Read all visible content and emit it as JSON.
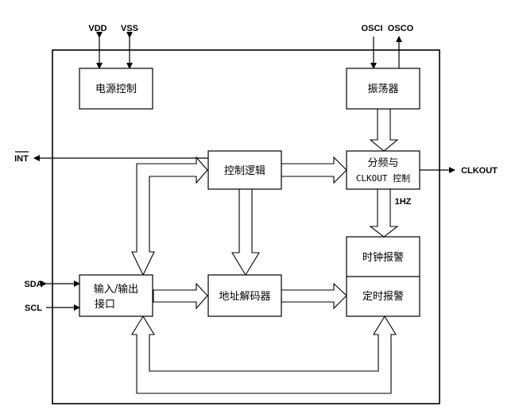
{
  "pins": {
    "vdd": "VDD",
    "vss": "VSS",
    "osci": "OSCI",
    "osco": "OSCO",
    "int": "INT",
    "sda": "SDA",
    "scl": "SCL",
    "clkout": "CLKOUT",
    "one_hz": "1HZ"
  },
  "blocks": {
    "power_control": "电源控制",
    "oscillator": "振荡器",
    "control_logic": "控制逻辑",
    "divider_line1": "分频与",
    "divider_line2": "CLKOUT 控制",
    "clock_alarm": "时钟报警",
    "timer_alarm": "定时报警",
    "io_line1": "输入/输出",
    "io_line2": "接口",
    "address_decoder": "地址解码器"
  }
}
